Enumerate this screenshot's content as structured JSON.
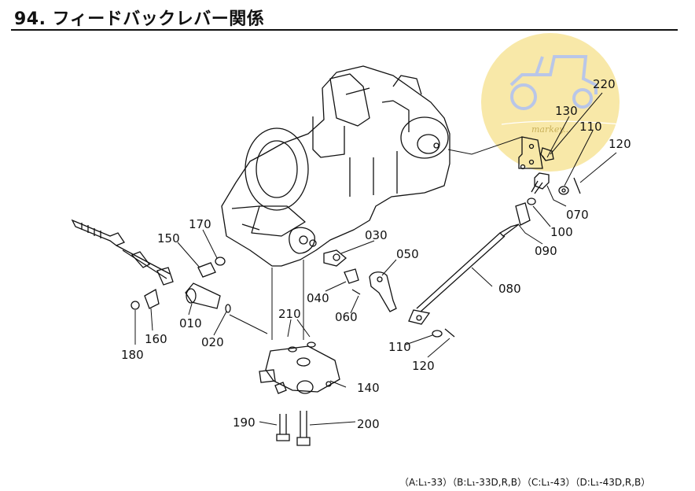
{
  "title": "94. フィードバックレバー関係",
  "watermark": {
    "text": "markey...",
    "color": "#f7e6a6"
  },
  "parts": [
    "220",
    "130",
    "110",
    "120",
    "070",
    "100",
    "090",
    "080",
    "030",
    "050",
    "040",
    "060",
    "110",
    "120",
    "170",
    "150",
    "010",
    "020",
    "160",
    "180",
    "210",
    "140",
    "190",
    "200"
  ],
  "footer": "（A:L₁-33）（B:L₁-33D,R,B）（C:L₁-43）（D:L₁-43D,R,B）"
}
